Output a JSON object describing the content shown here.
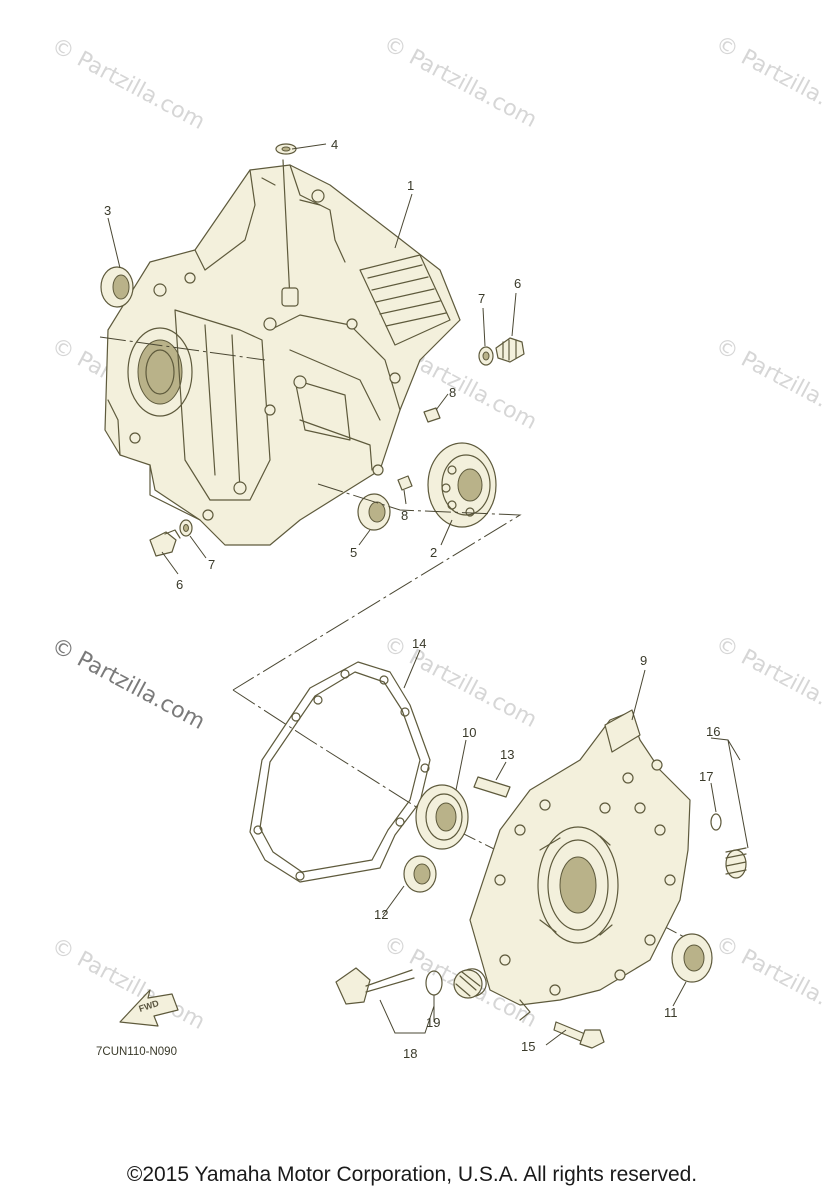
{
  "watermark": {
    "text": "© Partzilla.com"
  },
  "callouts": {
    "c1": "1",
    "c2": "2",
    "c3": "3",
    "c4": "4",
    "c5": "5",
    "c6a": "6",
    "c6b": "6",
    "c7a": "7",
    "c7b": "7",
    "c8a": "8",
    "c8b": "8",
    "c9": "9",
    "c10": "10",
    "c11": "11",
    "c12": "12",
    "c13": "13",
    "c14": "14",
    "c15": "15",
    "c16": "16",
    "c17": "17",
    "c18": "18",
    "c19": "19"
  },
  "fwd_label": "FWD",
  "diagram_code": "7CUN110-N090",
  "copyright": "©2015  Yamaha Motor Corporation, U.S.A. All rights reserved."
}
